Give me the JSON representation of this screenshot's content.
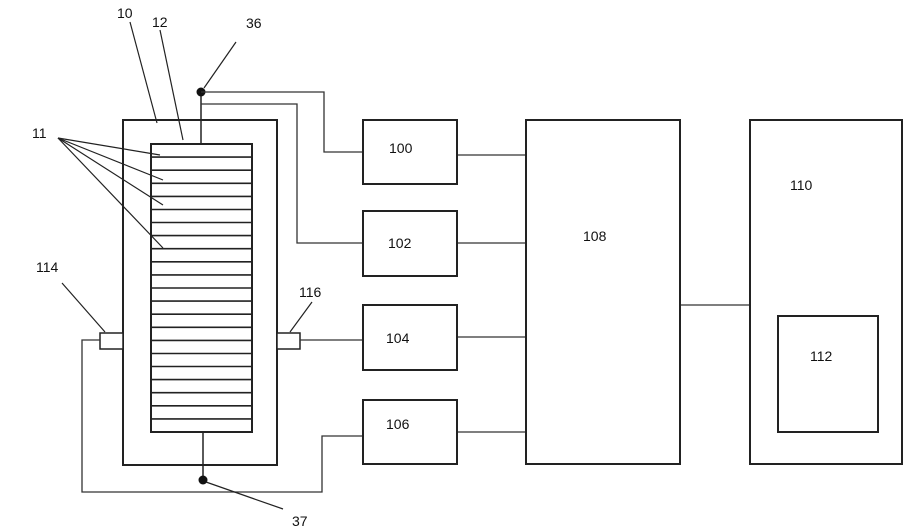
{
  "diagram": {
    "labels": {
      "housing": "10",
      "stack": "12",
      "cells": "11",
      "top_terminal": "36",
      "bottom_terminal": "37",
      "left_sensor": "114",
      "right_sensor": "116"
    },
    "blocks": {
      "b100": "100",
      "b102": "102",
      "b104": "104",
      "b106": "106",
      "b108": "108",
      "b110": "110",
      "b112": "112"
    },
    "cell_count": 22
  }
}
